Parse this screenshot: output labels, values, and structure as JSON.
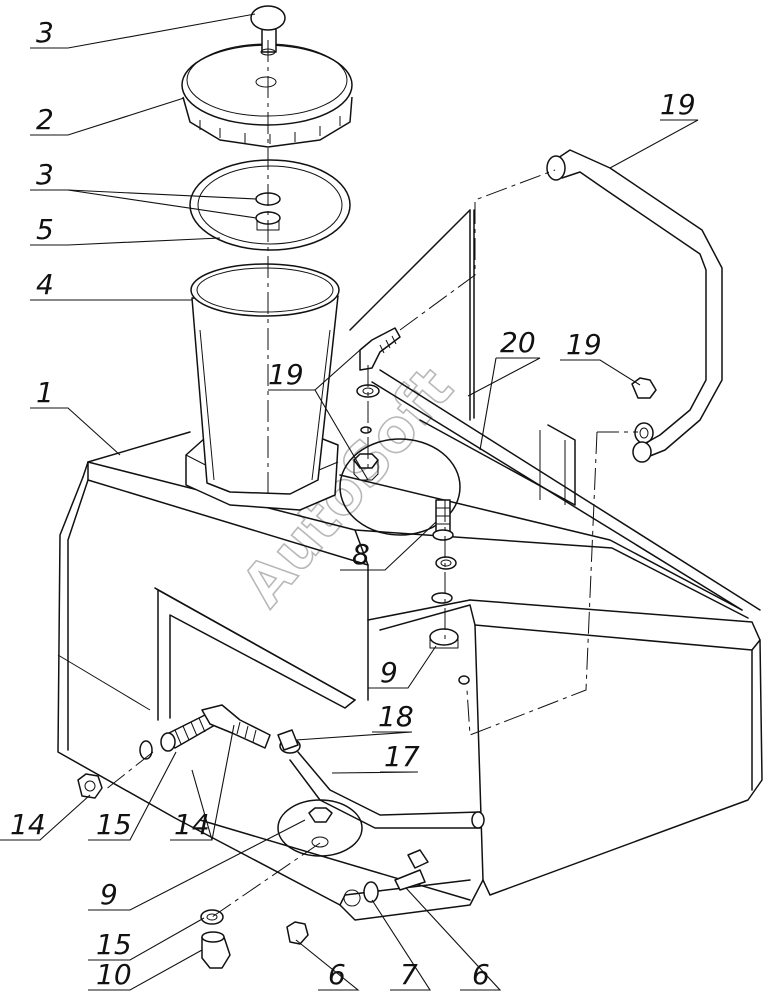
{
  "watermark": "AutoSoft",
  "callouts": [
    {
      "id": "c1",
      "text": "3"
    },
    {
      "id": "c2",
      "text": "2"
    },
    {
      "id": "c3",
      "text": "3"
    },
    {
      "id": "c4",
      "text": "5"
    },
    {
      "id": "c5",
      "text": "4"
    },
    {
      "id": "c6",
      "text": "1"
    },
    {
      "id": "c7",
      "text": "19"
    },
    {
      "id": "c8",
      "text": "19"
    },
    {
      "id": "c9",
      "text": "20"
    },
    {
      "id": "c10",
      "text": "19"
    },
    {
      "id": "c11",
      "text": "8"
    },
    {
      "id": "c12",
      "text": "9"
    },
    {
      "id": "c13",
      "text": "18"
    },
    {
      "id": "c14",
      "text": "17"
    },
    {
      "id": "c15",
      "text": "14"
    },
    {
      "id": "c16",
      "text": "15"
    },
    {
      "id": "c17",
      "text": "14"
    },
    {
      "id": "c18",
      "text": "9"
    },
    {
      "id": "c19",
      "text": "15"
    },
    {
      "id": "c20",
      "text": "10"
    },
    {
      "id": "c21",
      "text": "6"
    },
    {
      "id": "c22",
      "text": "7"
    },
    {
      "id": "c23",
      "text": "6"
    }
  ]
}
